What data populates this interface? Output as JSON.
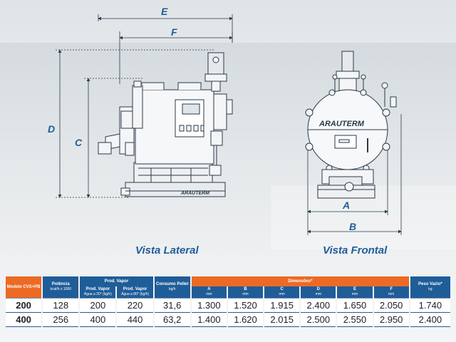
{
  "dimension_letters": {
    "e": "E",
    "f": "F",
    "d": "D",
    "c": "C",
    "a": "A",
    "b": "B"
  },
  "view_labels": {
    "lateral": "Vista Lateral",
    "frontal": "Vista Frontal"
  },
  "machine_brand": {
    "front": "ARAUTERM",
    "lateral": "ARAUTERM"
  },
  "table": {
    "headers": {
      "modelo": "Modelo CVS+PB",
      "potencia": "Potência",
      "potencia_unit": "kcal/h x 1000",
      "prod_vapor_group": "Prod. Vapor",
      "prod_vapor_1": "Prod. Vapor",
      "prod_vapor_1_unit": "Água a 20° (kg/h)",
      "prod_vapor_2": "Prod. Vapor",
      "prod_vapor_2_unit": "Água a 80° (kg/h)",
      "consumo": "Consumo Pellet",
      "consumo_unit": "kg/h",
      "dimensoes_group": "Dimensões*",
      "dim_a": "A",
      "dim_b": "B",
      "dim_c": "C",
      "dim_d": "D",
      "dim_e": "E",
      "dim_f": "F",
      "dim_unit": "mm",
      "peso": "Peso Vazio*",
      "peso_unit": "kg"
    },
    "rows": [
      {
        "modelo": "200",
        "potencia": "128",
        "pv1": "200",
        "pv2": "220",
        "consumo": "31,6",
        "a": "1.300",
        "b": "1.520",
        "c": "1.915",
        "d": "2.400",
        "e": "1.650",
        "f": "2.050",
        "peso": "1.740"
      },
      {
        "modelo": "400",
        "potencia": "256",
        "pv1": "400",
        "pv2": "440",
        "consumo": "63,2",
        "a": "1.400",
        "b": "1.620",
        "c": "2.015",
        "d": "2.500",
        "e": "2.550",
        "f": "2.950",
        "peso": "2.400"
      }
    ]
  },
  "colors": {
    "brand_blue": "#1f5d99",
    "accent_orange": "#ec6a24",
    "drawing_line": "#2a3a4a"
  }
}
